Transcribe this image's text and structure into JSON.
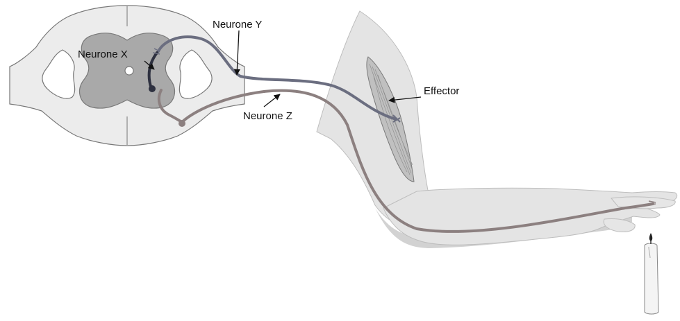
{
  "labels": {
    "neurone_x": "Neurone X",
    "neurone_y": "Neurone Y",
    "neurone_z": "Neurone Z",
    "effector": "Effector"
  },
  "colors": {
    "background": "#ffffff",
    "spinal_white_matter": "#ececec",
    "spinal_grey_matter": "#a9a9a9",
    "arm_fill": "#e4e4e4",
    "arm_shadow": "#d2d2d2",
    "muscle": "#c0c0c0",
    "neurone_x": "#2e3140",
    "neurone_y": "#6b6e80",
    "neurone_z": "#8c8080",
    "candle": "#f4f4f4",
    "arrow": "#111111"
  }
}
